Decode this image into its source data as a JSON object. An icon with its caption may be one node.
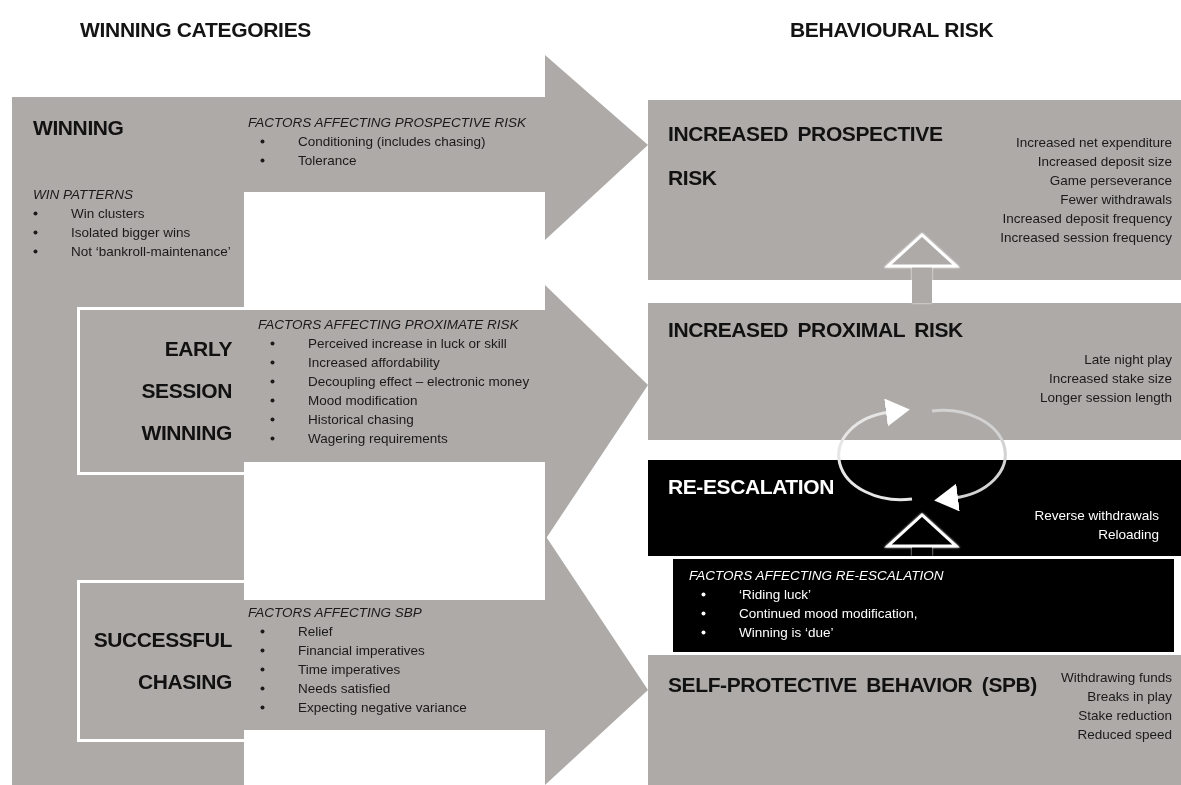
{
  "diagram": {
    "nodes": [
      {
        "text": [
          "WINNING",
          "WIN PATTERNS",
          "Win clusters",
          "Isolated bigger wins",
          "Not ‘bankroll-maintenance’"
        ]
      },
      {
        "text": [
          "FACTORS AFFECTING PROSPECTIVE RISK",
          "Conditioning (includes chasing)",
          "Tolerance"
        ]
      },
      {
        "text": [
          "EARLY SESSION WINNING"
        ],
        "in": 0
      },
      {
        "text": [
          "FACTORS AFFECTING PROXIMATE RISK",
          "Perceived increase in luck or skill",
          "Increased affordability",
          "Decoupling effect – electronic money",
          "Mood modification",
          "Historical chasing",
          "Wagering requirements"
        ]
      },
      {
        "text": [
          "SUCCESSFUL CHASING"
        ],
        "in": 0
      },
      {
        "text": [
          "FACTORS AFFECTING SBP",
          "Relief",
          "Financial imperatives",
          "Time imperatives",
          "Needs satisfied",
          "Expecting negative variance"
        ]
      },
      {
        "text": [
          "INCREASED PROSPECTIVE RISK",
          "Increased net expenditure",
          "Increased deposit size",
          "Game perseverance",
          "Fewer withdrawals",
          "Increased deposit frequency",
          "Increased session frequency"
        ]
      },
      {
        "text": [
          "INCREASED PROXIMAL RISK",
          "Late night play",
          "Increased stake size",
          "Longer session length"
        ]
      },
      {
        "text": [
          "RE-ESCALATION",
          "Reverse withdrawals",
          "Reloading"
        ]
      },
      {
        "text": [
          "FACTORS AFFECTING RE-ESCALATION",
          "‘Riding luck’",
          "Continued mood modification,",
          "Winning is ‘due’"
        ]
      },
      {
        "text": [
          "SELF-PROTECTIVE BEHAVIOR (SPB)",
          "Withdrawing funds",
          "Breaks in play",
          "Stake reduction",
          "Reduced speed"
        ]
      }
    ],
    "edges": [
      {
        "from": 7,
        "to": 6,
        "arrow": "to",
        "style": "thick"
      },
      {
        "from": 9,
        "to": 8,
        "arrow": "to",
        "style": "thick",
        "color": "#000000"
      },
      {
        "from": 8,
        "to": 7,
        "arrow": "to"
      },
      {
        "from": 7,
        "to": 8,
        "arrow": "to"
      }
    ],
    "labels": [
      "WINNING CATEGORIES",
      "BEHAVIOURAL RISK"
    ]
  }
}
